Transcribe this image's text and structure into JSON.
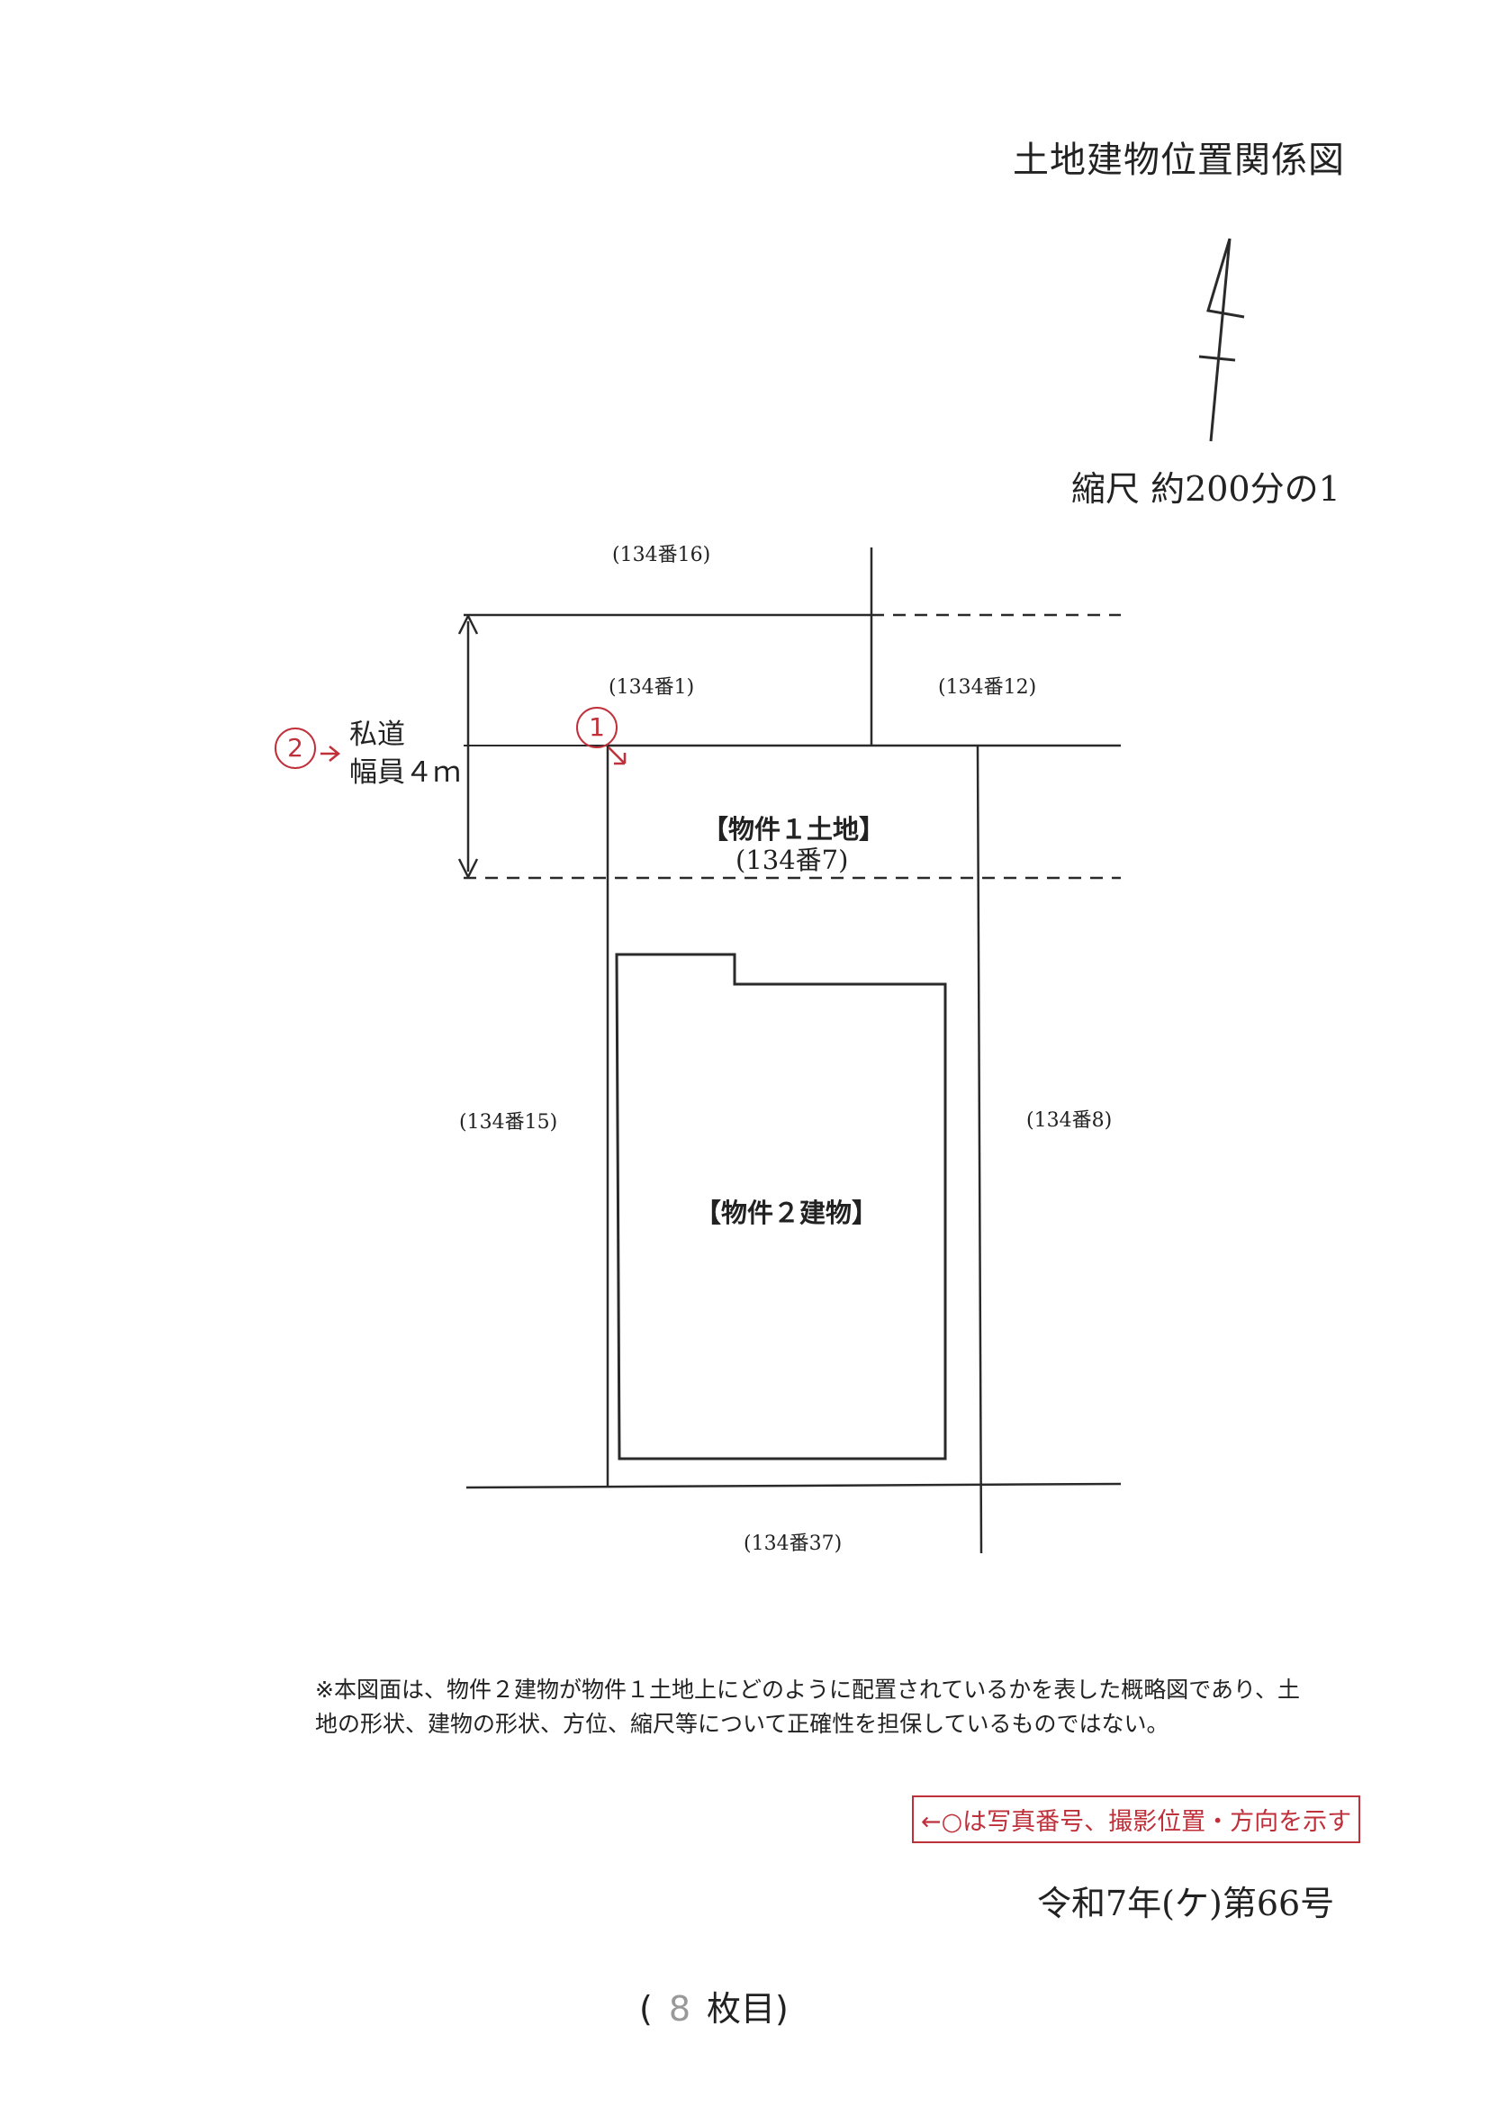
{
  "title": "土地建物位置関係図",
  "scale": "縮尺 約200分の1",
  "lots": {
    "north": "(134番16)",
    "road_lot": "(134番1)",
    "north_east": "(134番12)",
    "west": "(134番15)",
    "east": "(134番8)",
    "south": "(134番37)"
  },
  "road": {
    "name": "私道",
    "width": "幅員４ｍ"
  },
  "property1": {
    "name": "【物件１土地】",
    "lot": "(134番7)"
  },
  "property2": {
    "name": "【物件２建物】"
  },
  "photo_markers": [
    "1",
    "2"
  ],
  "note": "※本図面は、物件２建物が物件１土地上にどのように配置されているかを表した概略図であり、土地の形状、建物の形状、方位、縮尺等について正確性を担保しているものではない。",
  "legend": "←○は写真番号、撮影位置・方向を示す",
  "case_number": "令和7年(ケ)第66号",
  "page": {
    "open": "(",
    "number": "8",
    "suffix": "枚目)"
  },
  "colors": {
    "line": "#2a2a2a",
    "marker": "#c0303a"
  }
}
